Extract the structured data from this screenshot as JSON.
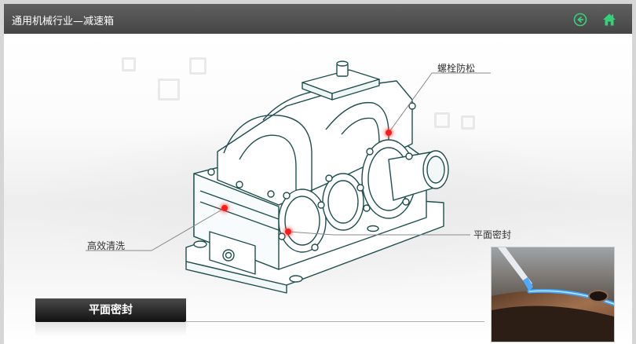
{
  "window": {
    "title": "通用机械行业—减速箱",
    "back_icon": "back-arrow-icon",
    "home_icon": "home-icon",
    "accent_color": "#37d07a"
  },
  "hotspots": [
    {
      "label": "螺栓防松",
      "color": "#ff1a1a"
    },
    {
      "label": "平面密封",
      "color": "#ff1a1a"
    },
    {
      "label": "高效清洗",
      "color": "#ff1a1a"
    }
  ],
  "section": {
    "title": "平面密封"
  },
  "photo": {
    "subject": "sealant-application-photo"
  }
}
